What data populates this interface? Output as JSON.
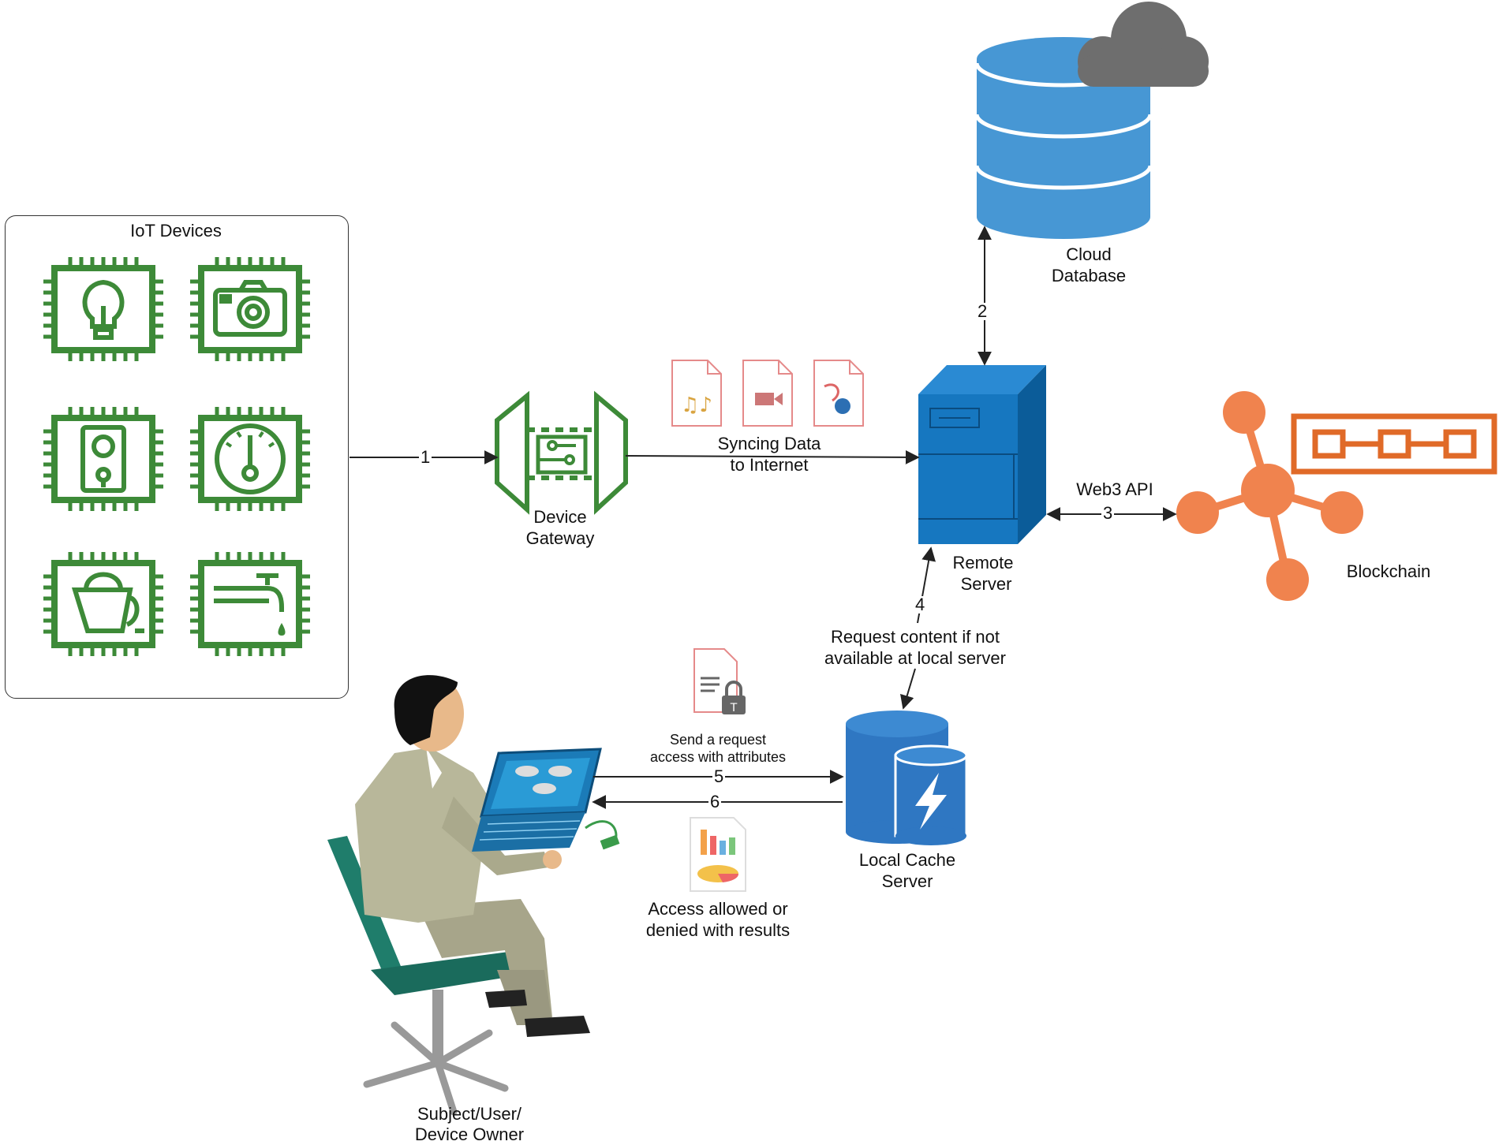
{
  "iot_group": {
    "title": "IoT Devices"
  },
  "iot_icons": [
    "lightbulb-chip-icon",
    "camera-chip-icon",
    "speaker-chip-icon",
    "thermometer-gauge-chip-icon",
    "kettle-chip-icon",
    "water-tap-chip-icon"
  ],
  "nodes": {
    "gateway": {
      "label_line1": "Device",
      "label_line2": "Gateway"
    },
    "cloud_db": {
      "label_line1": "Cloud",
      "label_line2": "Database"
    },
    "remote_server": {
      "label_line1": "Remote",
      "label_line2": "Server"
    },
    "blockchain": {
      "label": "Blockchain"
    },
    "local_cache": {
      "label_line1": "Local Cache",
      "label_line2": "Server"
    },
    "user": {
      "label_line1": "Subject/User/",
      "label_line2": "Device Owner"
    }
  },
  "edges": {
    "e1": {
      "num": "1"
    },
    "e2": {
      "num": "2"
    },
    "e3": {
      "num": "3",
      "label": "Web3 API"
    },
    "e4": {
      "num": "4",
      "label_line1": "Request content if not",
      "label_line2": "available at local server"
    },
    "e5": {
      "num": "5",
      "label_line1": "Send a request",
      "label_line2": "access with attributes"
    },
    "e6": {
      "num": "6",
      "label_line1": "Access allowed or",
      "label_line2": "denied with results"
    },
    "sync": {
      "label_line1": "Syncing Data",
      "label_line2": "to Internet"
    }
  },
  "colors": {
    "iot_green": "#3d8a38",
    "db_blue": "#4797d4",
    "server_blue": "#1677c0",
    "cloud_gray": "#6e6e6e",
    "blockchain_orange": "#f0834e",
    "cache_blue": "#2f77c2",
    "doc_pink": "#e58a8a"
  }
}
